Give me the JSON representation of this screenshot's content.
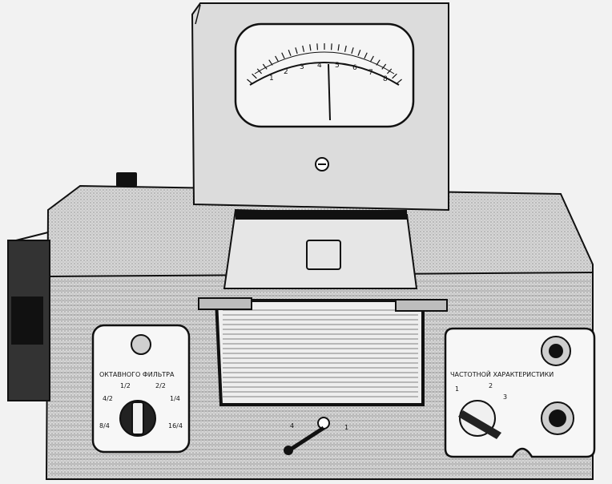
{
  "meter": {
    "scale_numbers": [
      "1",
      "2",
      "3",
      "4",
      "5",
      "6",
      "7",
      "8"
    ]
  },
  "left_panel": {
    "label": "ОКТАВНОГО ФИЛЬТРА",
    "knob_marks": [
      "1/2",
      "2/2",
      "4/2",
      "1/4",
      "8/4",
      "16/4"
    ]
  },
  "right_panel": {
    "label": "ЧАСТОТНОЙ ХАРАКТЕРИСТИКИ",
    "knob_marks": [
      "1",
      "2",
      "3"
    ]
  },
  "switch": {
    "marks": [
      "4",
      "1"
    ]
  },
  "colors": {
    "ink": "#111111",
    "paper": "#f2f2f2",
    "body": "#d9d9d9"
  }
}
